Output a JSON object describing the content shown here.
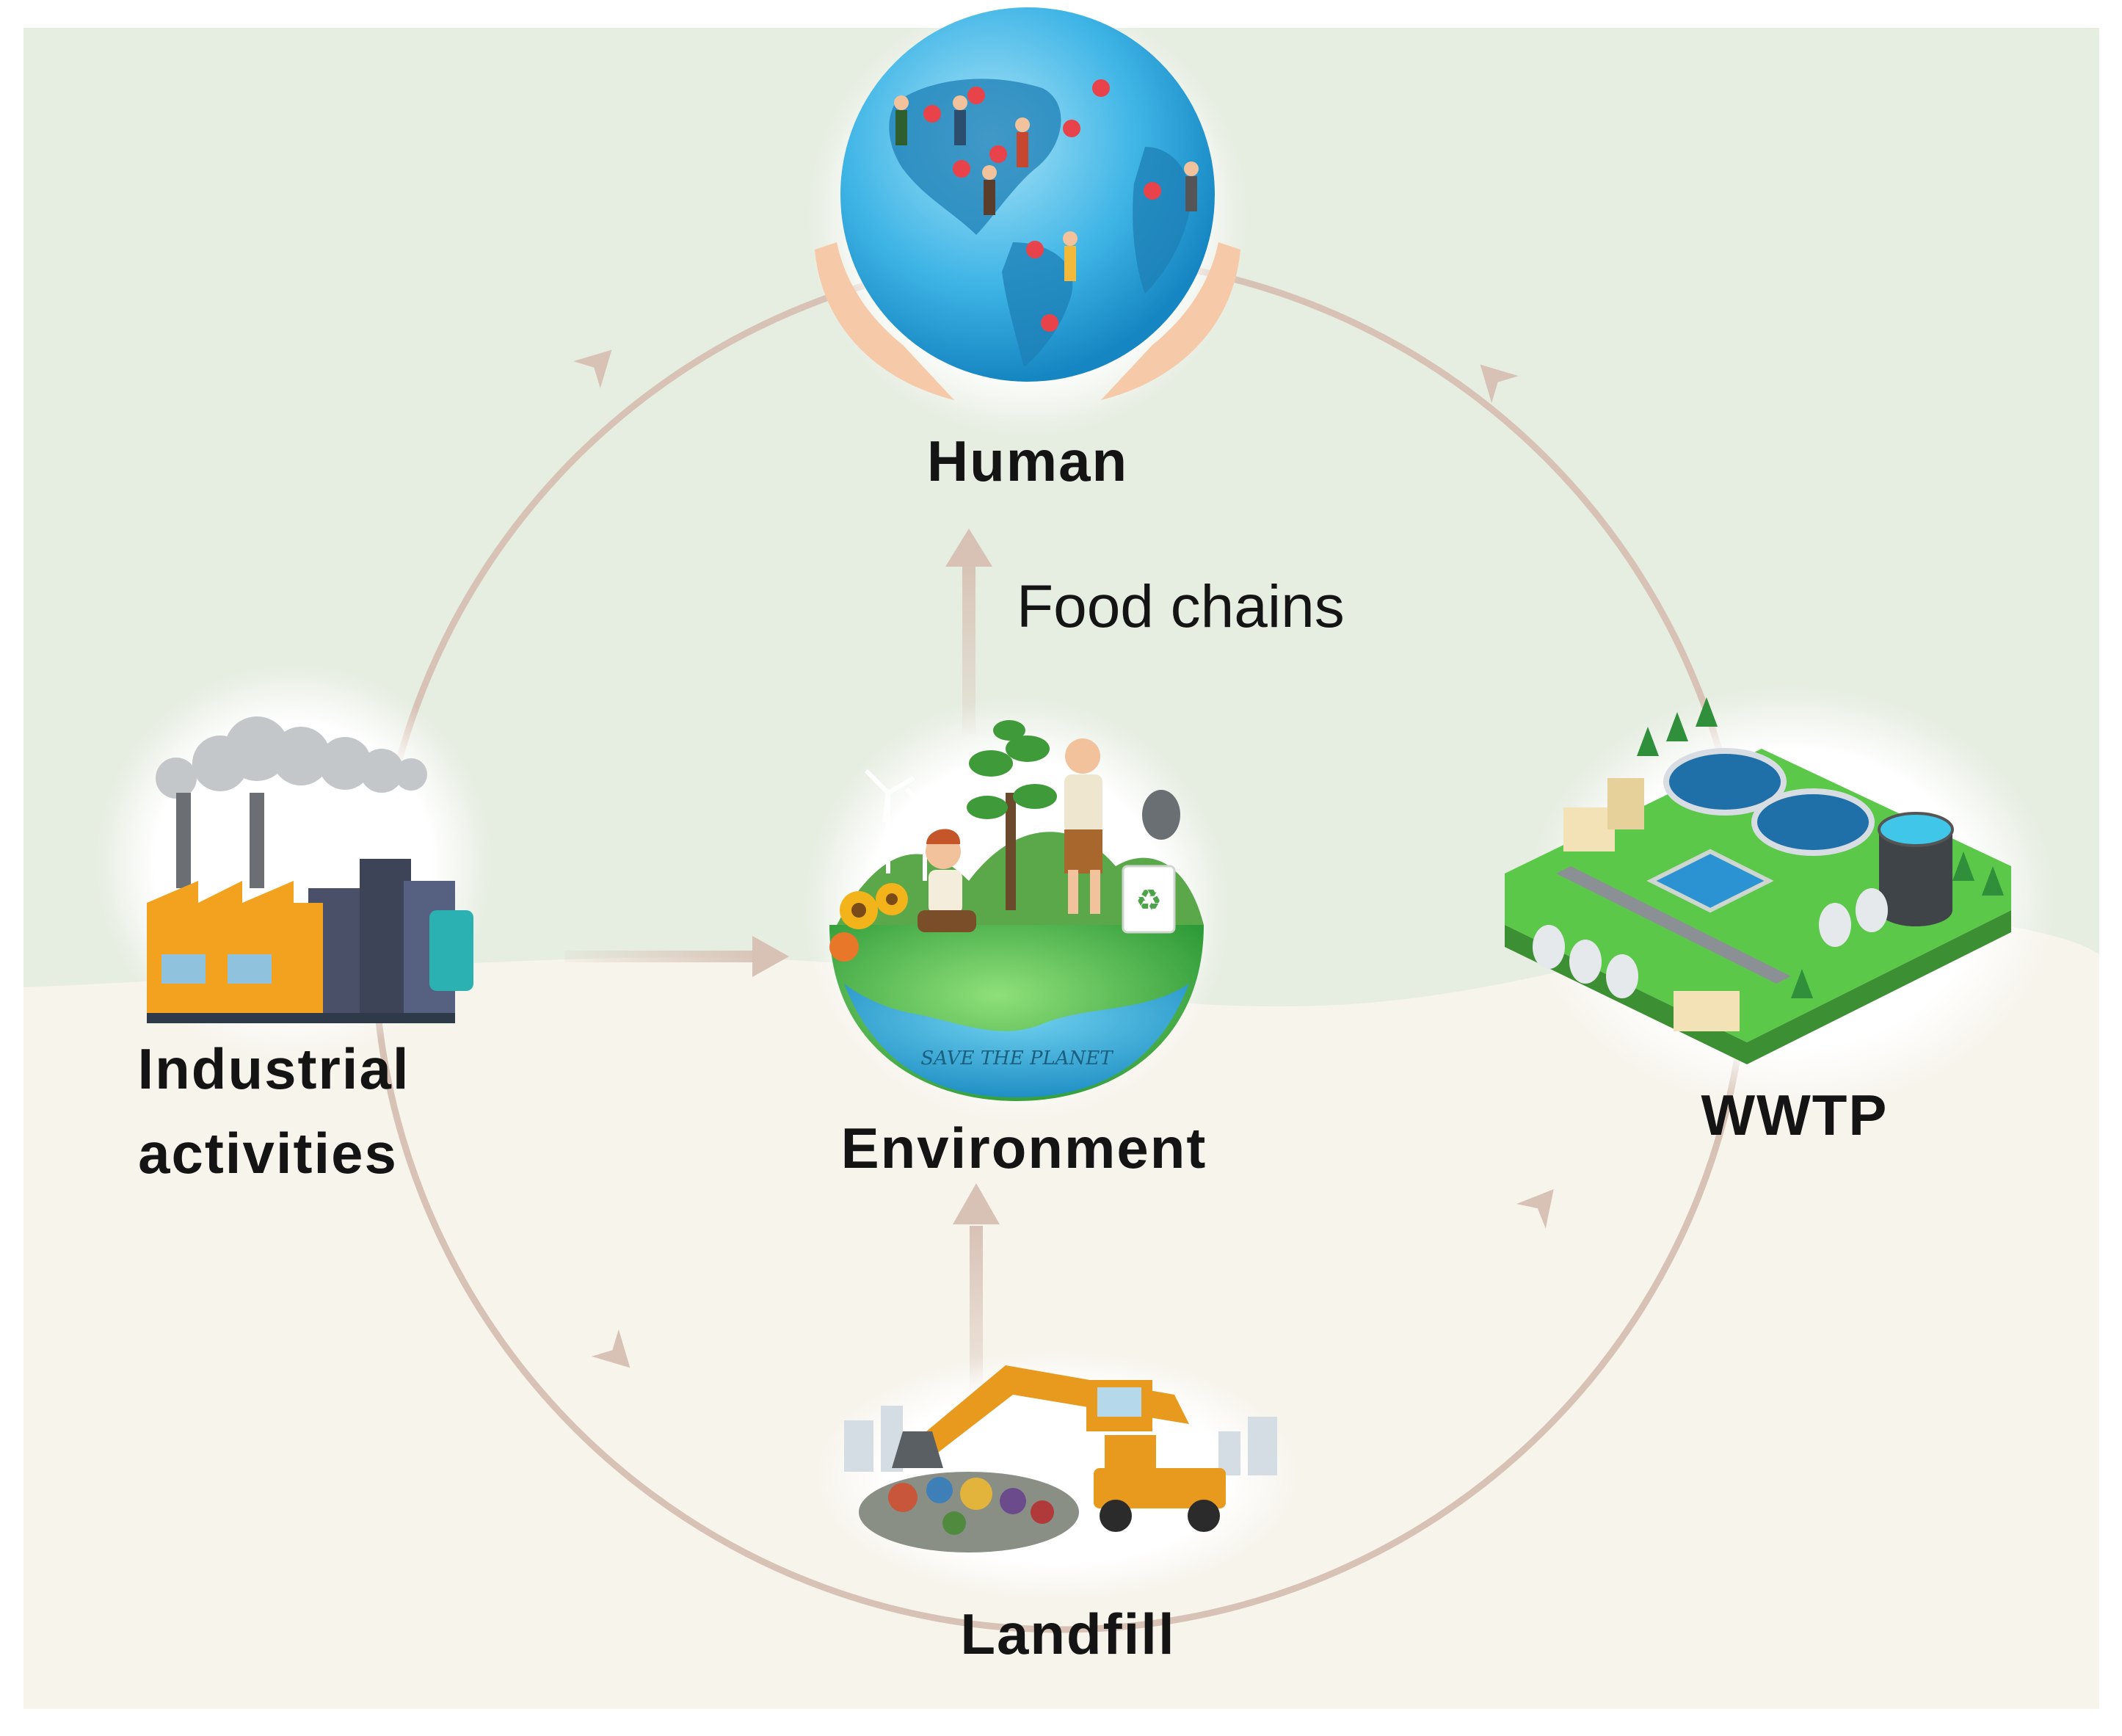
{
  "colors": {
    "upper_background": "#e6ede1",
    "lower_background": "#f7f4ec",
    "arrow": "#d8c2b5",
    "text": "#141414"
  },
  "nodes": {
    "human": {
      "label": "Human",
      "icon": "globe-with-people-icon"
    },
    "industrial": {
      "label_line1": "Industrial",
      "label_line2": "activities",
      "icon": "factory-icon"
    },
    "environment": {
      "label": "Environment",
      "icon": "save-the-planet-earth-icon",
      "icon_text": "SAVE THE PLANET"
    },
    "wwtp": {
      "label": "WWTP",
      "icon": "wastewater-treatment-plant-icon"
    },
    "landfill": {
      "label": "Landfill",
      "icon": "landfill-excavator-icon"
    }
  },
  "edges": {
    "food_chains": {
      "label": "Food chains",
      "from": "Environment",
      "to": "Human"
    },
    "industrial_to_human": {
      "from": "Industrial activities",
      "to": "Human"
    },
    "wwtp_to_human": {
      "from": "WWTP",
      "to": "Human"
    },
    "industrial_to_environment": {
      "from": "Industrial activities",
      "to": "Environment"
    },
    "industrial_to_landfill": {
      "from": "Industrial activities",
      "to": "Landfill"
    },
    "landfill_to_wwtp": {
      "from": "Landfill",
      "to": "WWTP"
    },
    "landfill_to_environment": {
      "from": "Landfill",
      "to": "Environment"
    }
  }
}
